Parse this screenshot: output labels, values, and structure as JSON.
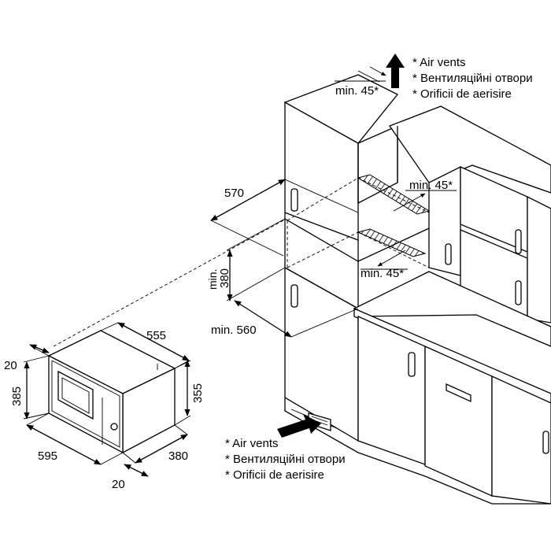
{
  "dimensions": {
    "cabinet_depth": "570",
    "niche_height_label": "min.",
    "niche_height_value": "380",
    "niche_width": "min. 560",
    "vent_gap_top": "min. 45*",
    "vent_gap_upper": "min. 45*",
    "vent_gap_lower": "min. 45*",
    "oven_depth": "555",
    "oven_height_outer": "385",
    "oven_height_inner": "355",
    "oven_frame_top": "20",
    "oven_width": "595",
    "oven_body_depth": "380",
    "oven_frame_bottom": "20"
  },
  "notes_top": [
    "* Air vents",
    "* Вентиляційні отвори",
    "* Orificii de aerisire"
  ],
  "notes_bottom": [
    "* Air vents",
    "* Вентиляційні отвори",
    "* Orificii de aerisire"
  ],
  "icons": {
    "arrow_up": "arrow-up-icon",
    "arrow_right": "arrow-right-icon"
  }
}
